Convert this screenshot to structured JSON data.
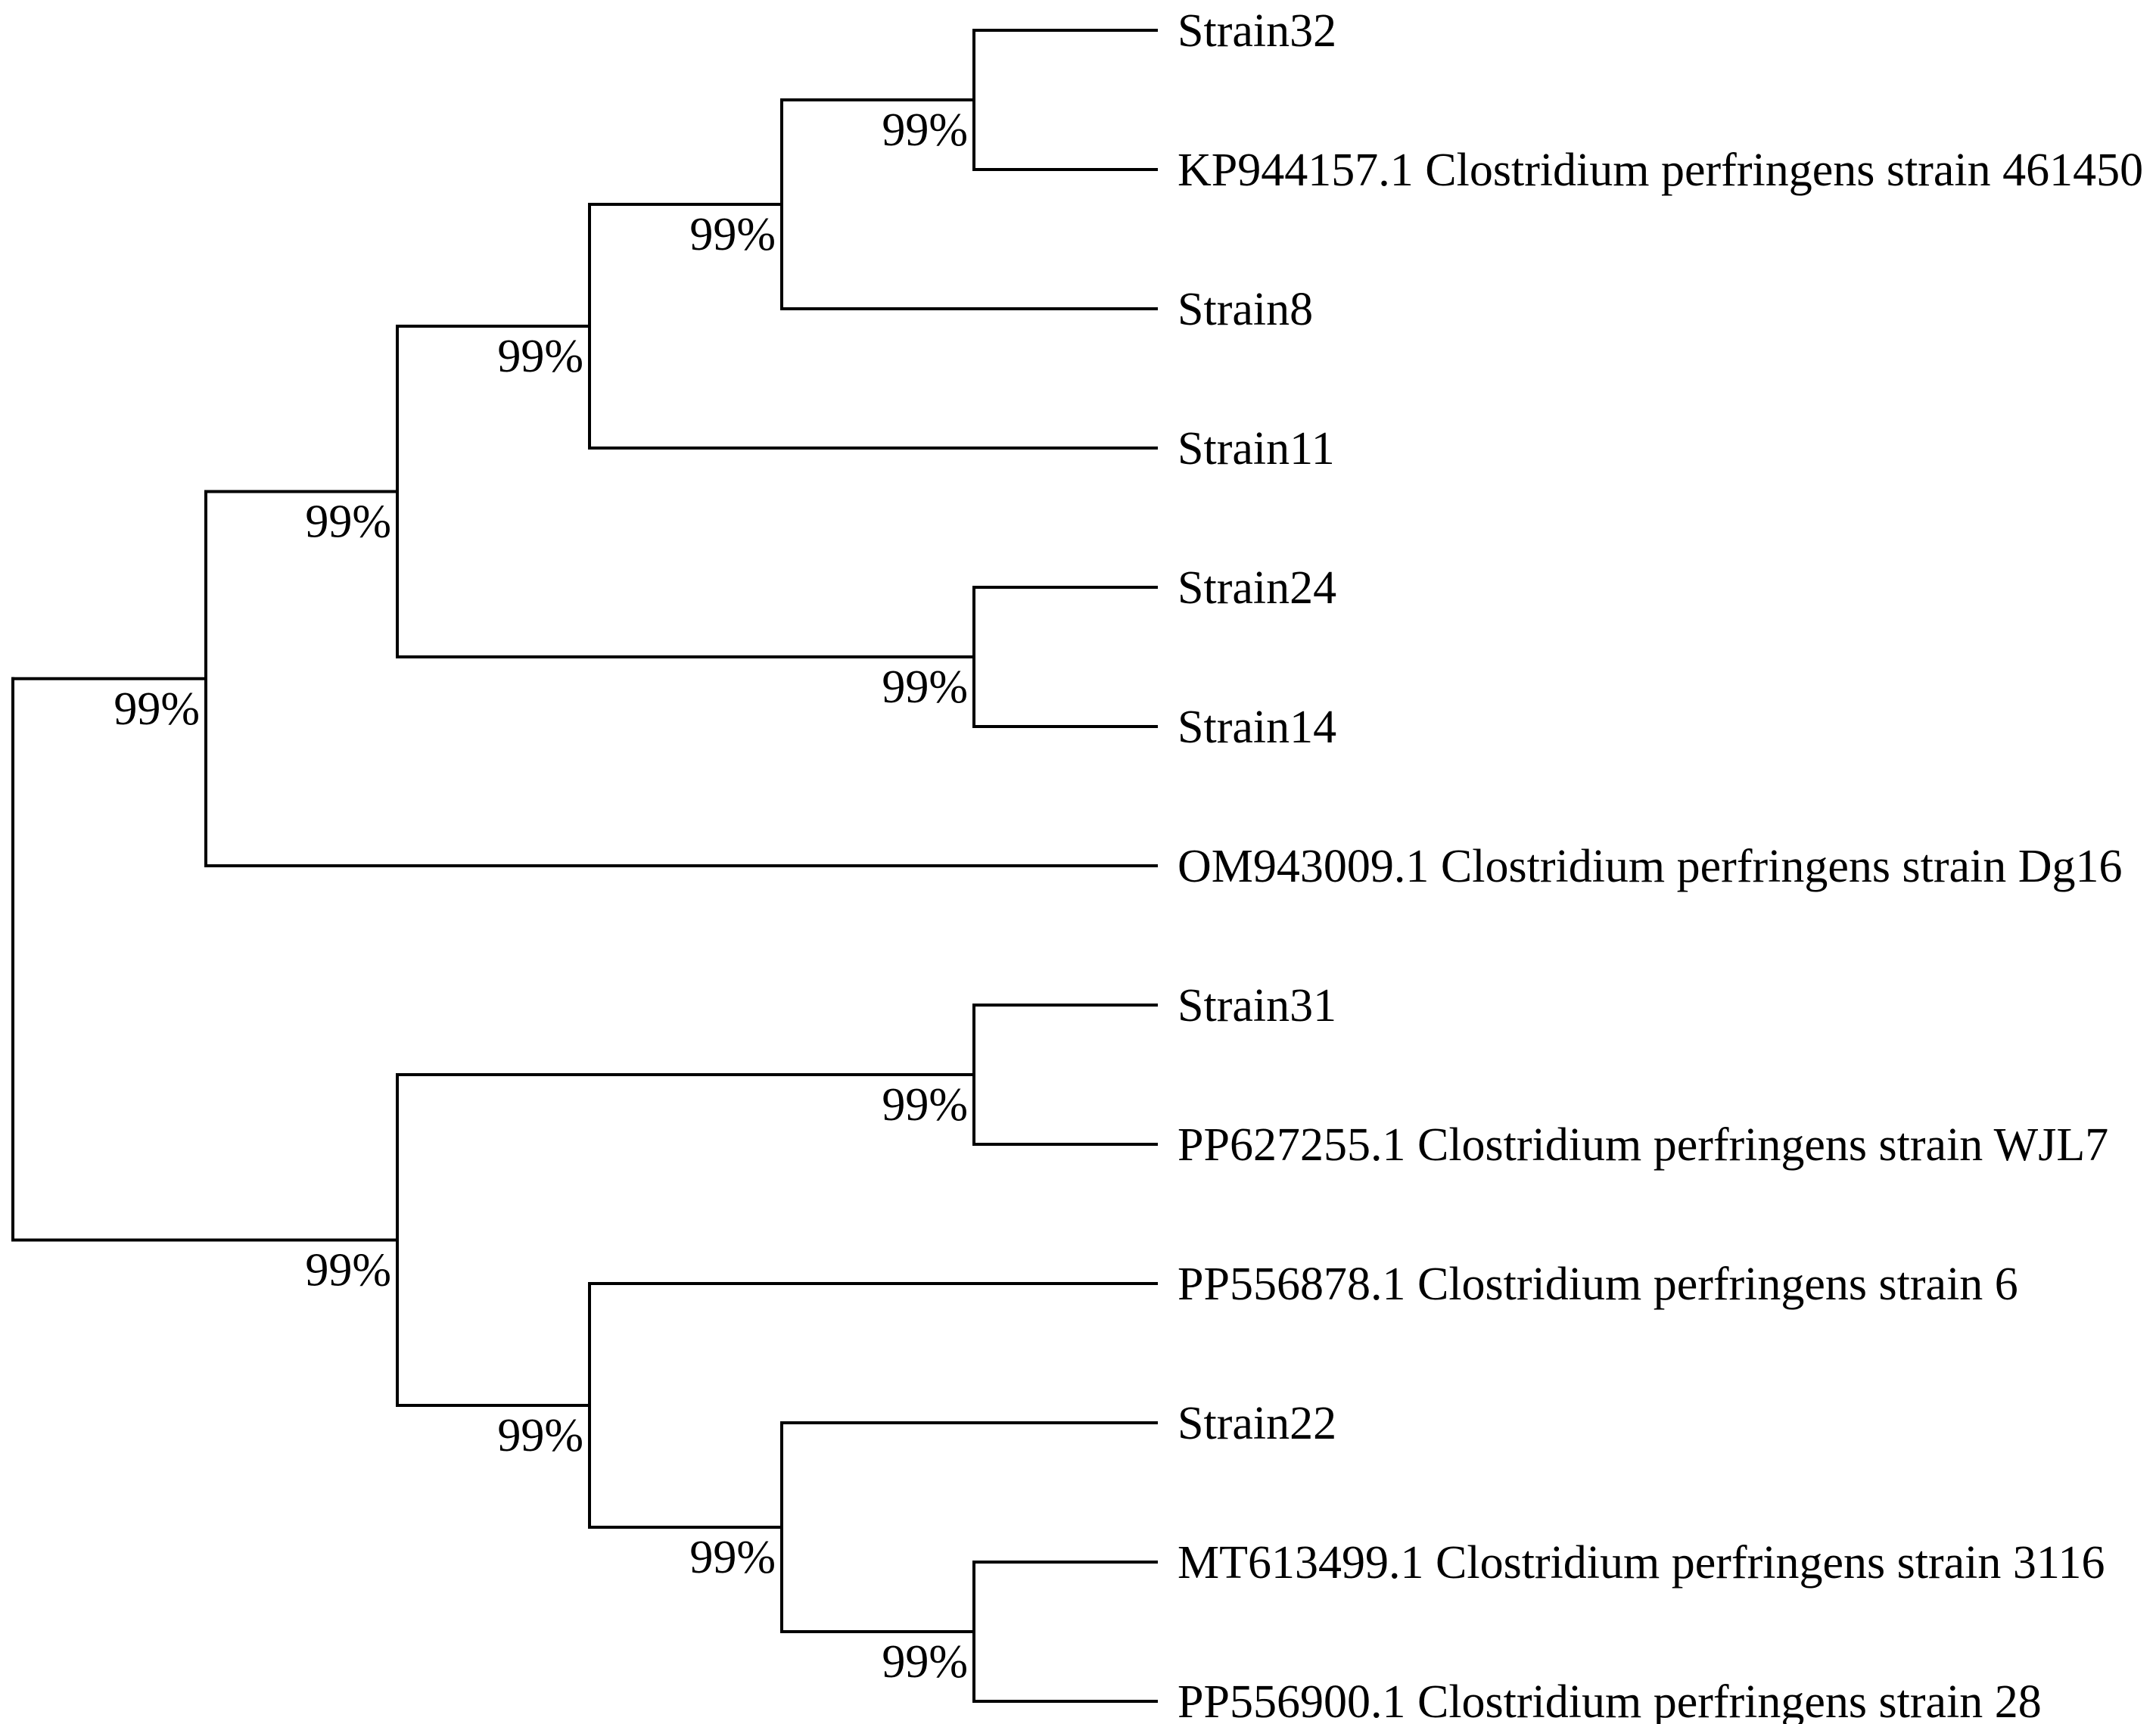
{
  "tree": {
    "leaves": [
      {
        "id": "L1",
        "label": "Strain32"
      },
      {
        "id": "L2",
        "label": "KP944157.1 Clostridium perfringens strain 461450"
      },
      {
        "id": "L3",
        "label": "Strain8"
      },
      {
        "id": "L4",
        "label": "Strain11"
      },
      {
        "id": "L5",
        "label": "Strain24"
      },
      {
        "id": "L6",
        "label": "Strain14"
      },
      {
        "id": "L7",
        "label": "OM943009.1 Clostridium perfringens strain Dg16"
      },
      {
        "id": "L8",
        "label": "Strain31"
      },
      {
        "id": "L9",
        "label": "PP627255.1 Clostridium perfringens strain WJL7"
      },
      {
        "id": "L10",
        "label": "PP556878.1 Clostridium perfringens strain 6"
      },
      {
        "id": "L11",
        "label": "Strain22"
      },
      {
        "id": "L12",
        "label": "MT613499.1 Clostridium perfringens strain 3116"
      },
      {
        "id": "L13",
        "label": "PP556900.1 Clostridium perfringens strain 28"
      }
    ],
    "nodes": [
      {
        "id": "N1",
        "children": [
          "L1",
          "L2"
        ],
        "support": "99%"
      },
      {
        "id": "N2",
        "children": [
          "N1",
          "L3"
        ],
        "support": "99%"
      },
      {
        "id": "N3",
        "children": [
          "N2",
          "L4"
        ],
        "support": "99%"
      },
      {
        "id": "N4",
        "children": [
          "L5",
          "L6"
        ],
        "support": "99%"
      },
      {
        "id": "N5",
        "children": [
          "N3",
          "N4"
        ],
        "support": "99%"
      },
      {
        "id": "N6",
        "children": [
          "N5",
          "L7"
        ],
        "support": "99%"
      },
      {
        "id": "N7",
        "children": [
          "L8",
          "L9"
        ],
        "support": "99%"
      },
      {
        "id": "N8",
        "children": [
          "L12",
          "L13"
        ],
        "support": "99%"
      },
      {
        "id": "N9",
        "children": [
          "L11",
          "N8"
        ],
        "support": "99%"
      },
      {
        "id": "N10",
        "children": [
          "L10",
          "N9"
        ],
        "support": "99%"
      },
      {
        "id": "N11",
        "children": [
          "N7",
          "N10"
        ],
        "support": "99%"
      },
      {
        "id": "ROOT",
        "children": [
          "N6",
          "N11"
        ],
        "support": ""
      }
    ]
  },
  "colors": {
    "line": "#000000",
    "text": "#000000",
    "background": "#ffffff"
  }
}
